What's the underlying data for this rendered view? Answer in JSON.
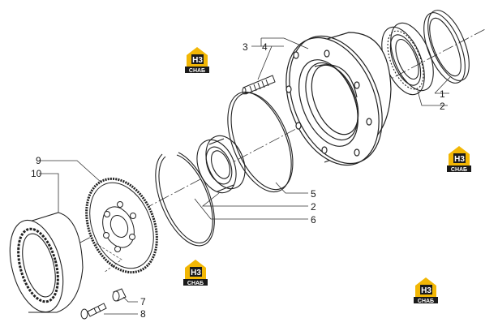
{
  "callouts": {
    "c1": "1",
    "c2a": "2",
    "c2b": "2",
    "c3": "3",
    "c4": "4",
    "c5": "5",
    "c6": "6",
    "c7": "7",
    "c8": "8",
    "c9": "9",
    "c10": "10"
  },
  "watermark": {
    "logo": "H3",
    "caption": "CHAБ",
    "colors": {
      "gold": "#f2b705",
      "dark": "#1a1a1a"
    }
  }
}
